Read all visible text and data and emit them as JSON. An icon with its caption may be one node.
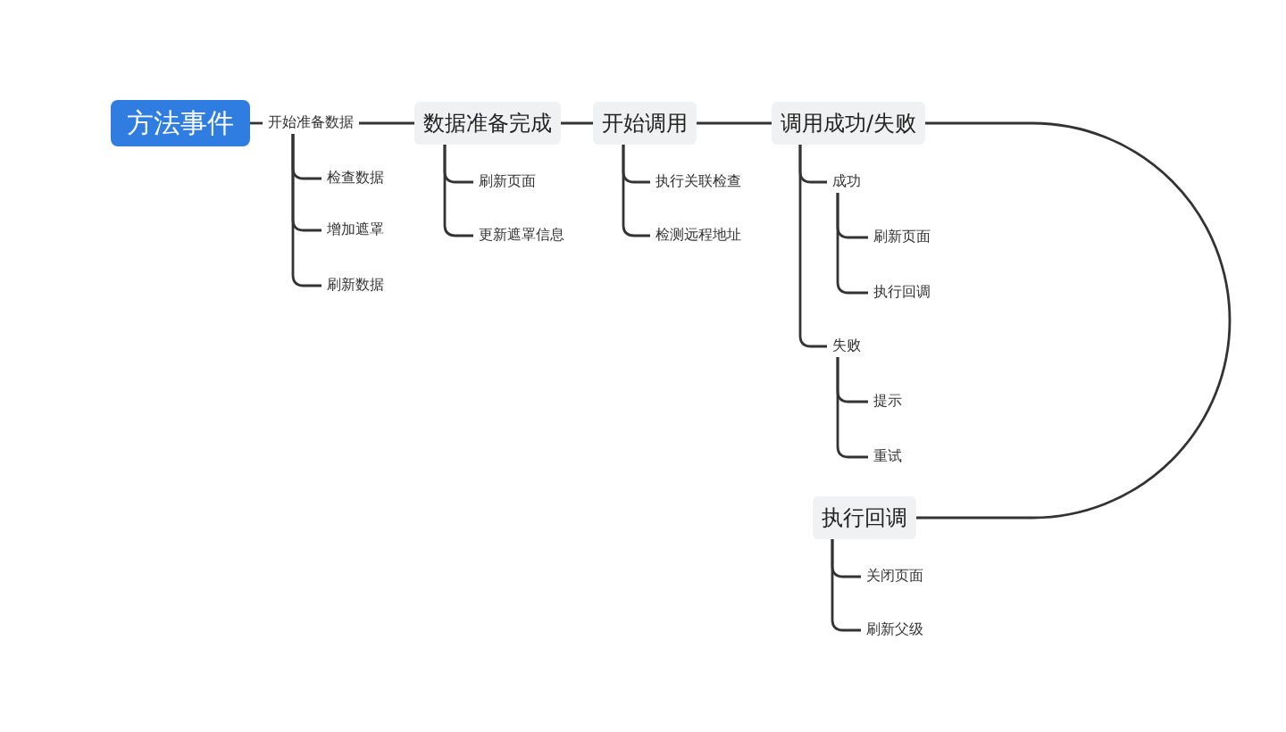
{
  "diagram": {
    "nodes": [
      {
        "text": [
          "方法事件"
        ]
      },
      {
        "text": [
          "开始准备数据"
        ]
      },
      {
        "text": [
          "检查数据"
        ]
      },
      {
        "text": [
          "增加遮罩"
        ]
      },
      {
        "text": [
          "刷新数据"
        ]
      },
      {
        "text": [
          "数据准备完成"
        ]
      },
      {
        "text": [
          "刷新页面"
        ]
      },
      {
        "text": [
          "更新遮罩信息"
        ]
      },
      {
        "text": [
          "开始调用"
        ]
      },
      {
        "text": [
          "执行关联检查"
        ]
      },
      {
        "text": [
          "检测远程地址"
        ]
      },
      {
        "text": [
          "调用成功/失败"
        ]
      },
      {
        "text": [
          "成功"
        ]
      },
      {
        "text": [
          "刷新页面"
        ]
      },
      {
        "text": [
          "执行回调"
        ]
      },
      {
        "text": [
          "失败"
        ]
      },
      {
        "text": [
          "提示"
        ]
      },
      {
        "text": [
          "重试"
        ]
      },
      {
        "text": [
          "执行回调"
        ]
      },
      {
        "text": [
          "关闭页面"
        ]
      },
      {
        "text": [
          "刷新父级"
        ]
      }
    ],
    "edges": [
      {
        "from": 0,
        "to": 1,
        "arrow": "none"
      },
      {
        "from": 1,
        "to": 5,
        "arrow": "none"
      },
      {
        "from": 5,
        "to": 8,
        "arrow": "none"
      },
      {
        "from": 8,
        "to": 11,
        "arrow": "none"
      },
      {
        "from": 11,
        "to": 18,
        "arrow": "none"
      },
      {
        "from": 1,
        "to": 2,
        "arrow": "none"
      },
      {
        "from": 1,
        "to": 3,
        "arrow": "none"
      },
      {
        "from": 1,
        "to": 4,
        "arrow": "none"
      },
      {
        "from": 5,
        "to": 6,
        "arrow": "none"
      },
      {
        "from": 5,
        "to": 7,
        "arrow": "none"
      },
      {
        "from": 8,
        "to": 9,
        "arrow": "none"
      },
      {
        "from": 8,
        "to": 10,
        "arrow": "none"
      },
      {
        "from": 11,
        "to": 12,
        "arrow": "none"
      },
      {
        "from": 11,
        "to": 15,
        "arrow": "none"
      },
      {
        "from": 12,
        "to": 13,
        "arrow": "none"
      },
      {
        "from": 12,
        "to": 14,
        "arrow": "none"
      },
      {
        "from": 15,
        "to": 16,
        "arrow": "none"
      },
      {
        "from": 15,
        "to": 17,
        "arrow": "none"
      },
      {
        "from": 18,
        "to": 19,
        "arrow": "none"
      },
      {
        "from": 18,
        "to": 20,
        "arrow": "none"
      }
    ]
  }
}
